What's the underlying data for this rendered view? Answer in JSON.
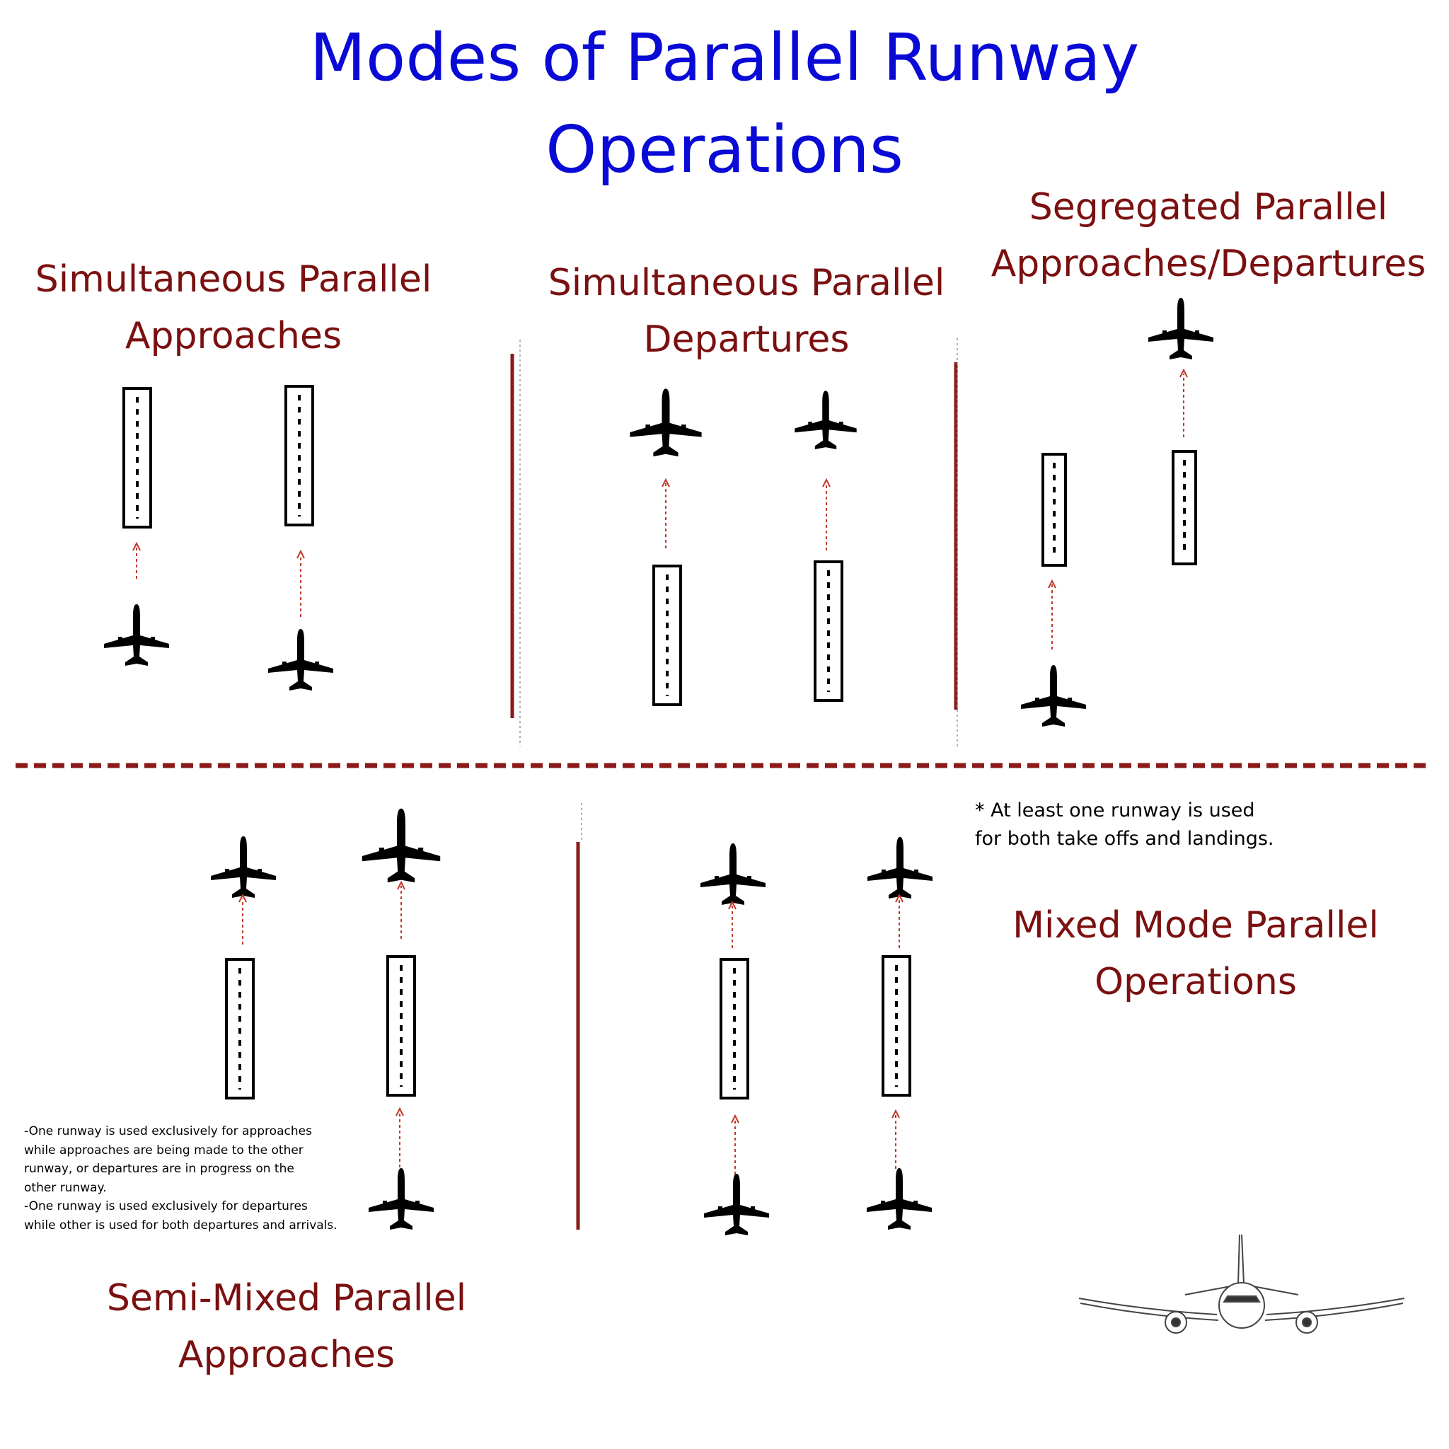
{
  "title": {
    "line1": "Modes of Parallel Runway",
    "line2": "Operations"
  },
  "sections": {
    "sim_approaches": [
      "Simultaneous Parallel",
      "Approaches"
    ],
    "sim_departures": [
      "Simultaneous Parallel",
      "Departures"
    ],
    "segregated": [
      "Segregated Parallel",
      "Approaches/Departures"
    ],
    "mixed_mode": [
      "Mixed Mode Parallel",
      "Operations"
    ],
    "semi_mixed": [
      "Semi-Mixed Parallel",
      "Approaches"
    ]
  },
  "notes": {
    "mixed_mode": [
      "* At least one runway is used",
      "for both take offs and landings."
    ],
    "semi_mixed": [
      "-One runway is used exclusively for approaches",
      " while approaches are being made to the other",
      " runway, or departures are in progress on the",
      " other runway.",
      "-One runway is used exclusively for departures",
      " while other is used for both departures and arrivals."
    ]
  },
  "colors": {
    "title": "#0a0ad6",
    "section_heading": "#7a1010",
    "divider": "#8b1a1a",
    "flow_arrow": "#c0392b",
    "aircraft": "#000000"
  },
  "icons": {
    "aircraft_top": "airplane-top-view-icon",
    "aircraft_front": "airplane-front-view-icon",
    "runway": "runway-icon"
  }
}
